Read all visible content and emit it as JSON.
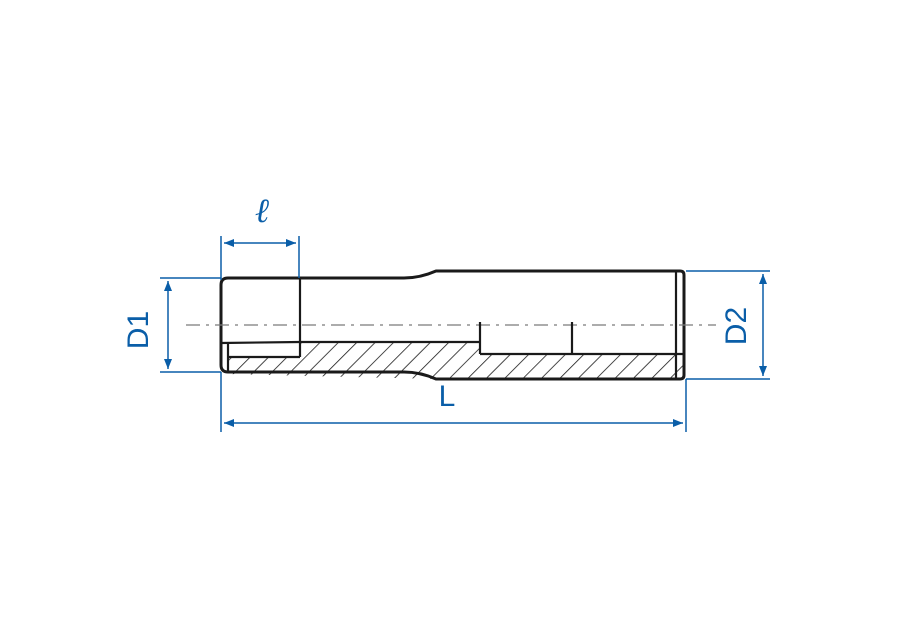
{
  "labels": {
    "small_length": "ℓ",
    "overall_length": "L",
    "drive_end_diameter": "D1",
    "socket_end_diameter": "D2"
  },
  "colors": {
    "outline": "#1a1a1a",
    "dimension": "#0a5ea8",
    "centerline": "#7a7a7a",
    "background": "#ffffff"
  }
}
